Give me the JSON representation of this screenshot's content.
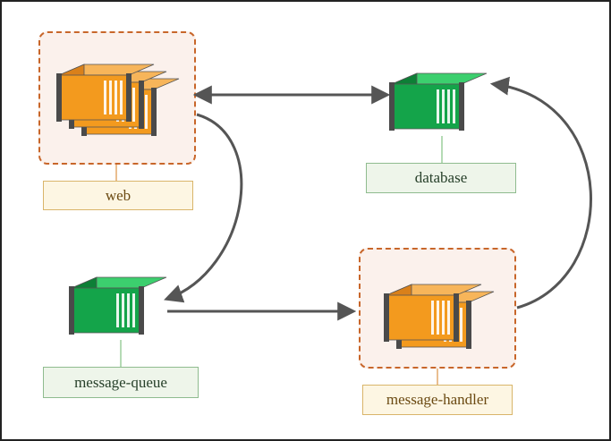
{
  "colors": {
    "orange_top": "#f7b55a",
    "orange_front": "#f39a1e",
    "orange_side": "#d9801a",
    "green_top": "#3ccf6e",
    "green_front": "#14a44a",
    "green_side": "#0d7f36",
    "group_border": "#c8662a",
    "edge": "#555555"
  },
  "nodes": {
    "web": {
      "label": "web",
      "icon": "orange-container-stack-icon",
      "instances": 3
    },
    "database": {
      "label": "database",
      "icon": "green-container-icon",
      "instances": 1
    },
    "message_queue": {
      "label": "message-queue",
      "icon": "green-container-icon",
      "instances": 1
    },
    "message_handler": {
      "label": "message-handler",
      "icon": "orange-container-stack-icon",
      "instances": 2
    }
  },
  "edges": [
    {
      "from": "web",
      "to": "database",
      "direction": "both"
    },
    {
      "from": "web",
      "to": "message-queue",
      "direction": "forward"
    },
    {
      "from": "message-queue",
      "to": "message-handler",
      "direction": "forward"
    },
    {
      "from": "message-handler",
      "to": "database",
      "direction": "forward"
    }
  ]
}
